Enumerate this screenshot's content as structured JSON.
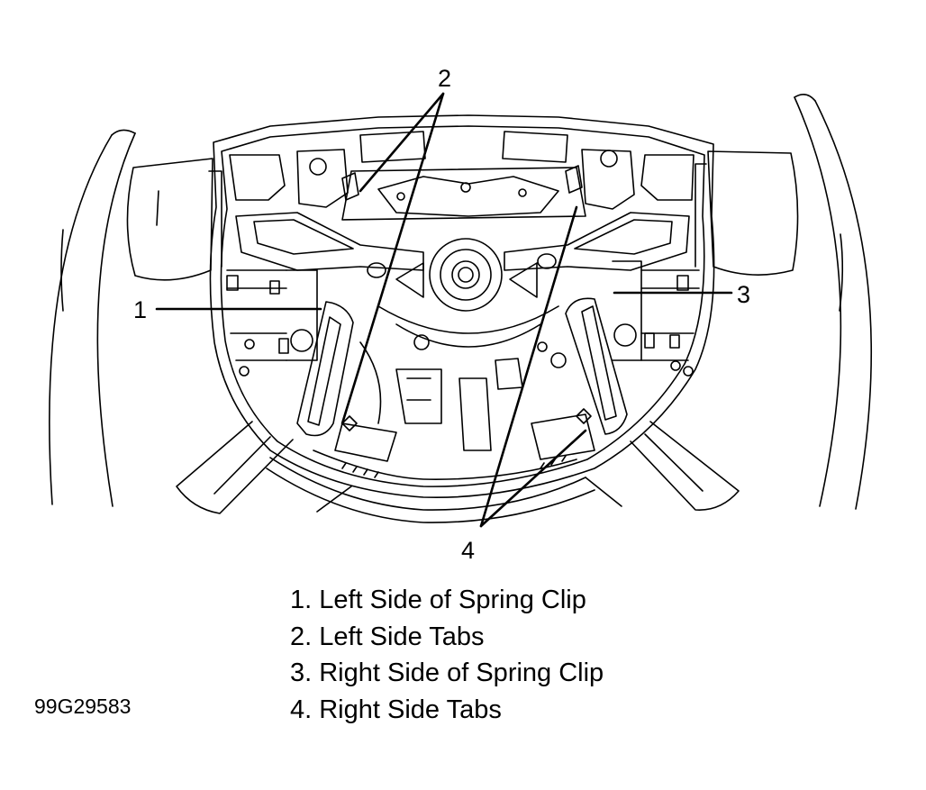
{
  "diagram": {
    "callouts": {
      "c1": "1",
      "c2": "2",
      "c3": "3",
      "c4": "4"
    },
    "legend": [
      "1. Left Side of Spring Clip",
      "2. Left Side Tabs",
      "3. Right Side of Spring Clip",
      "4. Right Side Tabs"
    ],
    "figure_id": "99G29583"
  }
}
